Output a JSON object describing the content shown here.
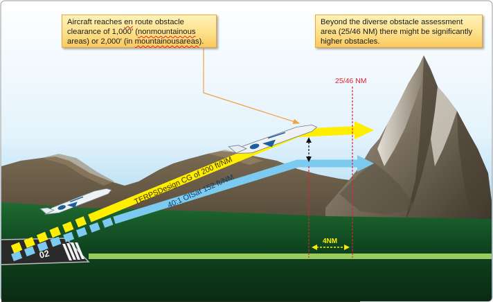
{
  "callouts": {
    "left": {
      "line1_prefix": "Aircraft reaches ",
      "line1_flag": "en",
      "line1_suffix": " route obstacle",
      "line2_prefix": "clearance of 1,000′ (",
      "line2_flag": "nonmountainous",
      "line3_prefix": "areas) or 2,000′ (in ",
      "line3_flag": "mountainousareas",
      "line3_suffix": ")."
    },
    "right": {
      "line1": "Beyond the diverse obstacle assessment",
      "line2": "area (25/46 NM) there might be significantly",
      "line3": "higher obstacles."
    }
  },
  "labels": {
    "boundary": "25/46 NM",
    "span": "4NM",
    "runway_number": "02"
  },
  "paths": {
    "terps": {
      "label": "TERPSDesign CG of 200 ft/NM",
      "color": "#ffee00"
    },
    "ois": {
      "label": "40:1 OISat 152 ft/NM",
      "color": "#7ccaf0"
    }
  },
  "colors": {
    "callout_border": "#e8a63a",
    "leader_line": "#f5a040",
    "boundary_line": "#e0202c",
    "ground": "#0e3b18",
    "centerline": "#9acb5e"
  }
}
